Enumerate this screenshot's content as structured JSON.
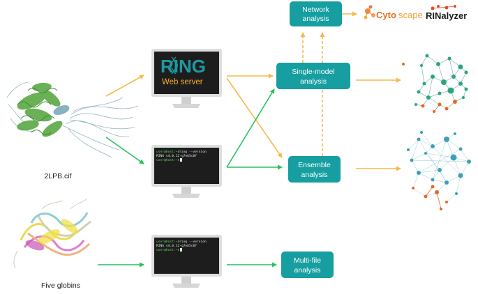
{
  "inputs": {
    "structure_label": "2LPB.cif",
    "globins_label": "Five globins"
  },
  "web_server": {
    "logo_text": "RING",
    "subtitle": "Web server"
  },
  "terminal_top": {
    "prompt": "user@host:~$",
    "cmd_line": "ring --version",
    "output_line": "RING v4.0.12-g7eb5c0f",
    "last_prompt": "user@host:~$"
  },
  "terminal_bottom": {
    "prompt": "user@host:~$",
    "cmd_line": "ring --version",
    "output_line": "RING v4.0.12-g7eb5c0f",
    "last_prompt": "user@host:~$"
  },
  "boxes": {
    "network": [
      "Network",
      "analysis"
    ],
    "single": [
      "Single-model",
      "analysis"
    ],
    "ensemble": [
      "Ensemble",
      "analysis"
    ],
    "multifile": [
      "Multi-file",
      "analysis"
    ]
  },
  "tools": {
    "cytoscape_a": "Cyto",
    "cytoscape_b": "scape",
    "rinalyzer": "RINalyzer"
  },
  "colors": {
    "teal": "#169ea0",
    "orange_arrow": "#f6b94a",
    "green_arrow": "#25c15b",
    "node_teal": "#2aa583",
    "node_orange": "#e4682b",
    "monitor_dark": "#1d1d1d",
    "monitor_frame": "#dedede"
  },
  "icons": [
    "protein-structure-icon",
    "globins-structure-icon",
    "monitor-icon",
    "network-graph-icon",
    "cytoscape-logo-icon",
    "rinalyzer-logo-icon"
  ]
}
